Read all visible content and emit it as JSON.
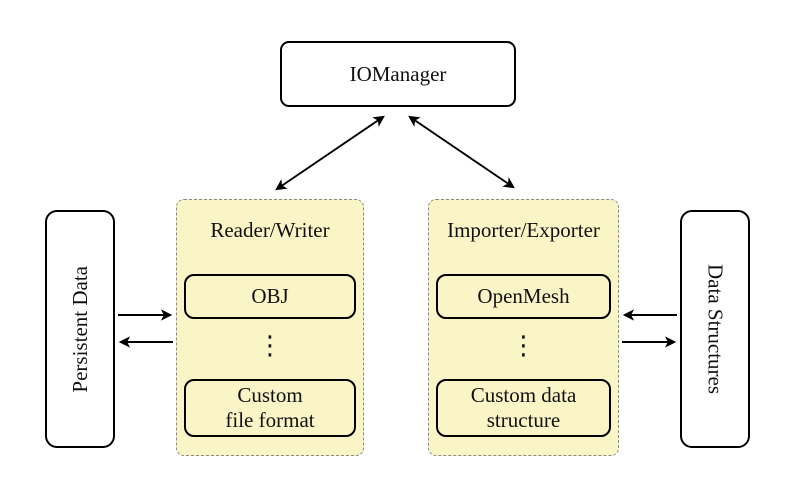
{
  "colors": {
    "background": "#ffffff",
    "panel_fill": "#faf5c6",
    "panel_border": "#8a8a8a",
    "node_fill": "#ffffff",
    "node_border": "#000000",
    "arrow": "#000000"
  },
  "nodes": {
    "iomanager": {
      "label": "IOManager"
    },
    "persistent_data": {
      "label": "Persistent Data"
    },
    "data_structures": {
      "label": "Data Structures"
    }
  },
  "panels": {
    "reader_writer": {
      "title": "Reader/Writer",
      "top_item": "OBJ",
      "ellipsis": "⋮",
      "bottom_item_line1": "Custom",
      "bottom_item_line2": "file format"
    },
    "importer_exporter": {
      "title": "Importer/Exporter",
      "top_item": "OpenMesh",
      "ellipsis": "⋮",
      "bottom_item_line1": "Custom data",
      "bottom_item_line2": "structure"
    }
  }
}
